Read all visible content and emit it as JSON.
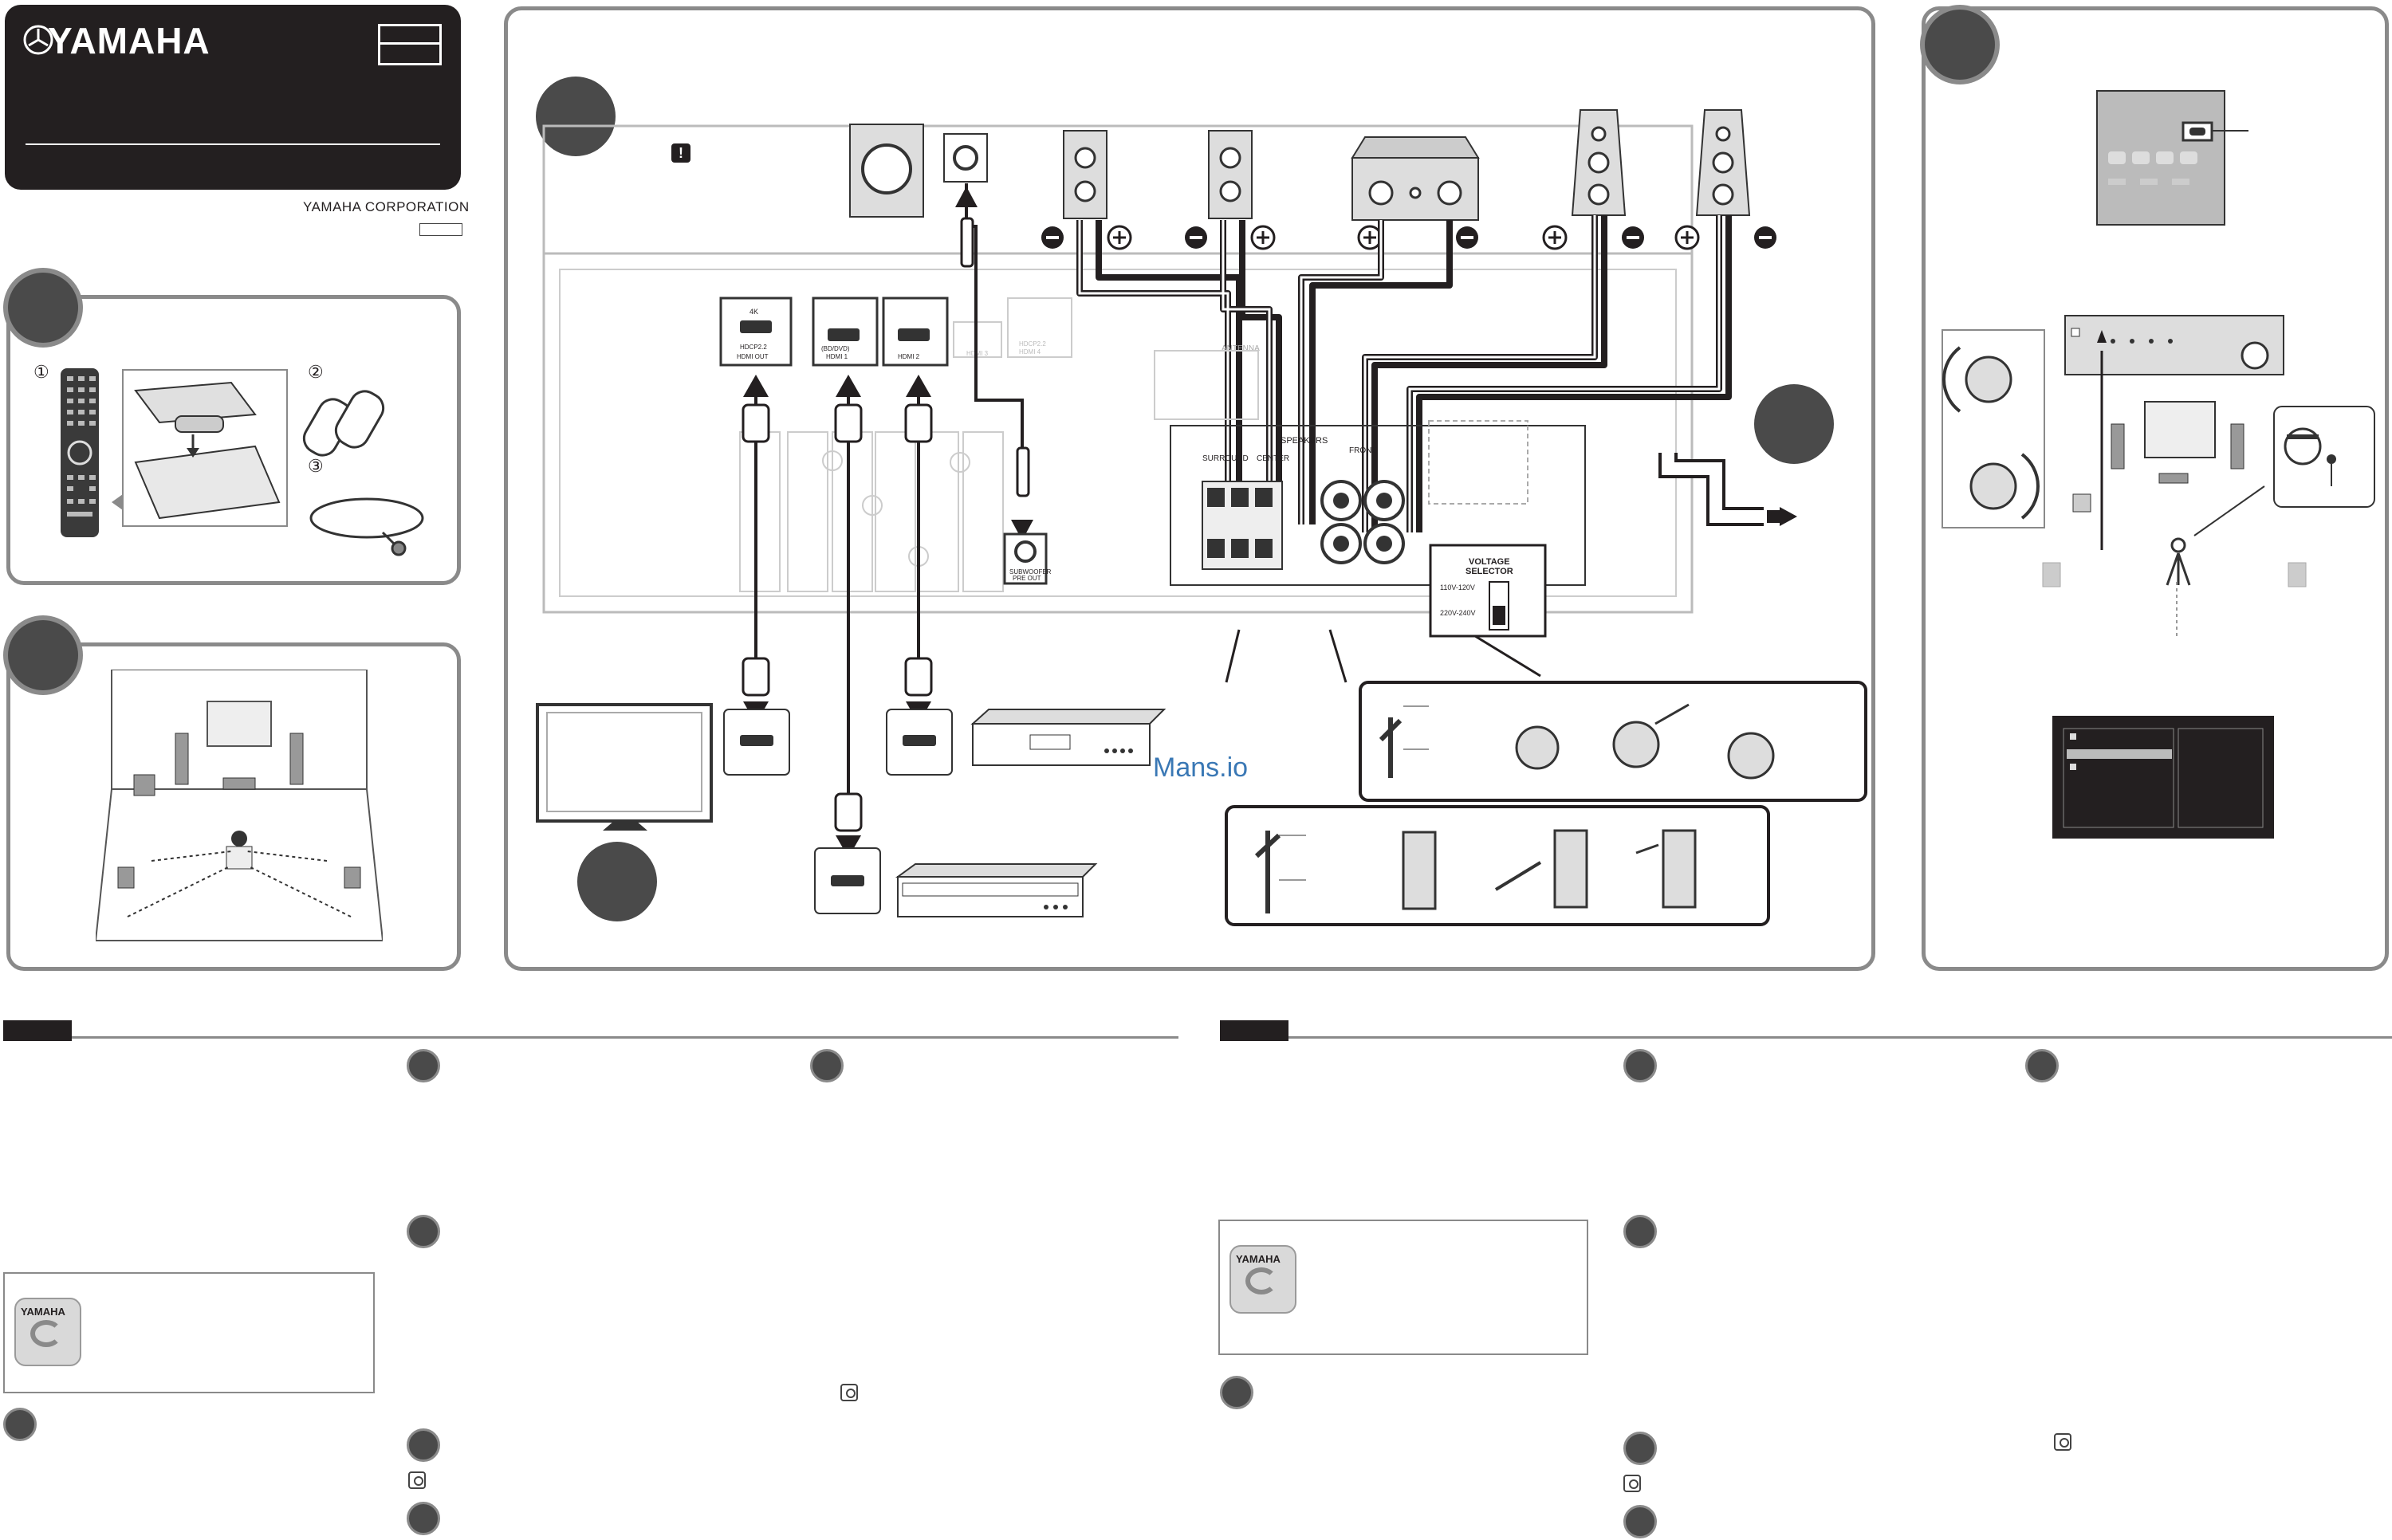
{
  "brand": {
    "name": "YAMAHA",
    "corporation": "YAMAHA CORPORATION"
  },
  "watermark": "Mans.io",
  "sections": {
    "remote": {
      "item_numbers": [
        "①",
        "②",
        "③"
      ]
    },
    "back_panel": {
      "hdmi_out": {
        "top": "4K",
        "line1": "HDCP2.2",
        "line2": "HDMI OUT"
      },
      "hdmi1": {
        "top": "(BD/DVD)",
        "line2": "HDMI 1"
      },
      "hdmi2": {
        "line2": "HDMI 2"
      },
      "hdmi3": {
        "line2": "HDMI 3"
      },
      "hdmi4": {
        "line1": "HDCP2.2",
        "line2": "HDMI 4"
      },
      "subwoofer": {
        "line1": "SUBWOOFER",
        "line2": "PRE OUT"
      },
      "speakers_label": "SPEAKERS",
      "surround_label": "SURROUND",
      "center_label": "CENTER",
      "front_label": "FRONT",
      "antenna_label": "ANTENNA",
      "voltage": {
        "title1": "VOLTAGE",
        "title2": "SELECTOR",
        "low": "110V-120V",
        "high": "220V-240V"
      }
    }
  },
  "colors": {
    "dark": "#231f20",
    "panel_border": "#8a8a8a",
    "step_fill": "#4a4a4a",
    "watermark": "#3a78b5"
  }
}
